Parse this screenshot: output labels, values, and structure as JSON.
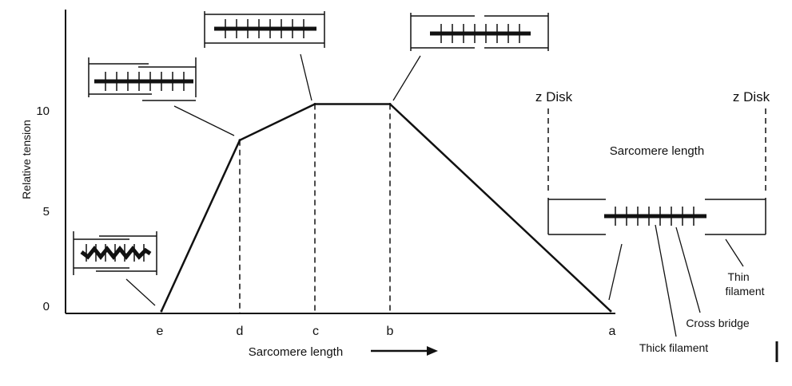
{
  "chart_data": {
    "type": "line",
    "title": "",
    "xlabel": "Sarcomere length",
    "ylabel": "Relative tension",
    "yticks": [
      0,
      5,
      10
    ],
    "ylim": [
      0,
      14.5
    ],
    "categories": [
      "e",
      "d",
      "c",
      "b",
      "a"
    ],
    "series": [
      {
        "values": [
          0,
          8.5,
          10.3,
          10.3,
          0
        ]
      }
    ],
    "grid": false,
    "dashed_guides_at": [
      "d",
      "c",
      "b"
    ]
  },
  "diagram": {
    "z_disk_left": "z Disk",
    "z_disk_right": "z Disk",
    "sarcomere_length": "Sarcomere length",
    "thin_filament": "Thin\nfilament",
    "cross_bridge": "Cross bridge",
    "thick_filament": "Thick filament"
  },
  "colors": {
    "ink": "#111111",
    "background": "#ffffff"
  }
}
